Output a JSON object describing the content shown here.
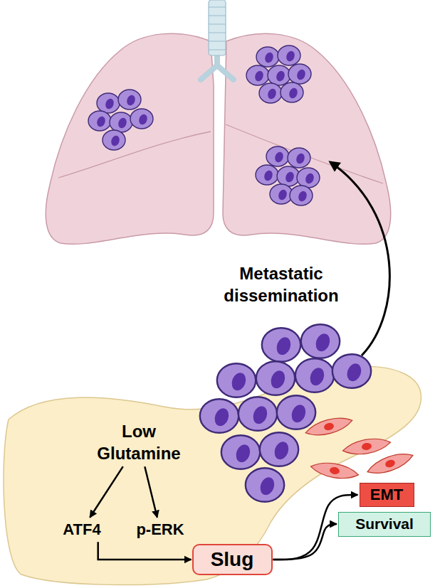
{
  "diagram": {
    "nodes": [
      {
        "text": [
          "Low Glutamine"
        ]
      },
      {
        "text": [
          "ATF4"
        ]
      },
      {
        "text": [
          "p-ERK"
        ]
      },
      {
        "text": [
          "Slug"
        ]
      },
      {
        "text": [
          "EMT"
        ]
      },
      {
        "text": [
          "Survival"
        ]
      }
    ],
    "edges": [
      {
        "from": 0,
        "to": 1,
        "arrow": "to"
      },
      {
        "from": 0,
        "to": 2,
        "arrow": "to"
      },
      {
        "from": 1,
        "to": 3,
        "arrow": "to"
      },
      {
        "from": 3,
        "to": 4,
        "arrow": "to"
      },
      {
        "from": 3,
        "to": 5,
        "arrow": "to"
      }
    ],
    "labels": [
      "Metastatic dissemination"
    ]
  }
}
